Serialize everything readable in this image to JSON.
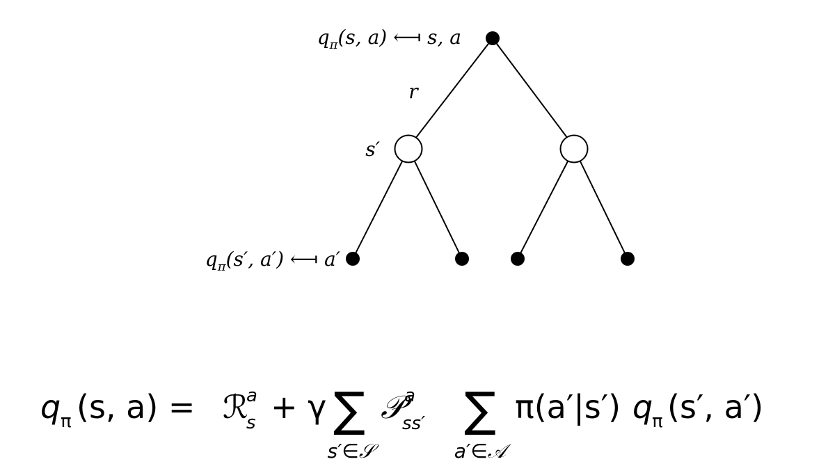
{
  "tree": {
    "root_label": {
      "lhs": "q",
      "sub": "π",
      "mid": "(s, a) ⟻ s, a"
    },
    "edge_label": "r",
    "state_label": "s′",
    "leaf_label": {
      "lhs": "q",
      "sub": "π",
      "mid": "(s′, a′) ⟻ a′"
    }
  },
  "equation": {
    "lhs_q": "q",
    "lhs_sub": "π",
    "lhs_args": "(s, a) =",
    "R": "ℛ",
    "R_sup": "a",
    "R_sub": "s",
    "plus_gamma": "+ γ",
    "sum1": "∑",
    "sum1_under": "s′∈𝒮",
    "P": "𝒫",
    "P_sup": "a",
    "P_sub": "ss′",
    "sum2": "∑",
    "sum2_under": "a′∈𝒜",
    "tail_pi": "π(a′|s′)",
    "tail_q": "q",
    "tail_sub": "π",
    "tail_args": "(s′, a′)"
  },
  "colors": {
    "ink": "#000000",
    "background": "#ffffff"
  }
}
